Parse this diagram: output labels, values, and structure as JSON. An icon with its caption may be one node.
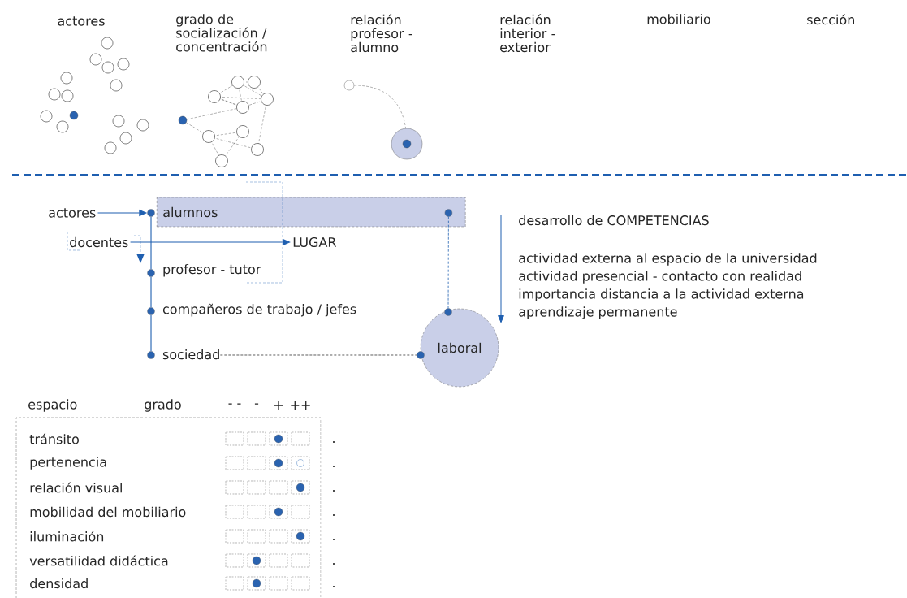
{
  "diagram": {
    "nodes": [
      {
        "text": [
          "actores"
        ]
      },
      {
        "text": [
          "alumnos"
        ]
      },
      {
        "text": [
          "docentes"
        ]
      },
      {
        "text": [
          "LUGAR"
        ]
      },
      {
        "text": [
          "profesor - tutor"
        ]
      },
      {
        "text": [
          "compañeros de trabajo / jefes"
        ]
      },
      {
        "text": [
          "sociedad"
        ]
      },
      {
        "text": [
          "laboral"
        ]
      },
      {
        "text": [],
        "shape": "circle"
      },
      {
        "text": [],
        "shape": "circle"
      },
      {
        "text": [],
        "shape": "circle"
      },
      {
        "text": [],
        "shape": "circle"
      },
      {
        "text": [],
        "shape": "circle",
        "in": 1
      },
      {
        "text": [],
        "shape": "circle",
        "in": 7
      },
      {
        "text": [],
        "shape": "circle",
        "in": 7
      }
    ],
    "edges": [
      {
        "from": 0,
        "to": 8,
        "arrow": "to"
      },
      {
        "from": 2,
        "to": 3,
        "arrow": "to"
      },
      {
        "from": 8,
        "to": 9,
        "arrow": "none"
      },
      {
        "from": 9,
        "to": 10,
        "arrow": "none"
      },
      {
        "from": 10,
        "to": 11,
        "arrow": "none"
      },
      {
        "from": 12,
        "to": 13,
        "arrow": "none",
        "style": "dashed"
      },
      {
        "from": 6,
        "to": 14,
        "arrow": "none",
        "style": "dashed",
        "color": "#333333"
      }
    ],
    "labels": [
      "actores",
      "grado de socialización / concentración",
      "relación profesor - alumno",
      "relación interior - exterior",
      "mobiliario",
      "sección",
      "desarrollo de COMPETENCIAS",
      "actividad externa al espacio de la universidad",
      "actividad presencial - contacto con realidad",
      "importancia distancia a la actividad externa",
      "aprendizaje permanente",
      "espacio",
      "grado",
      "- -",
      "-",
      "+",
      "++",
      "tránsito",
      ".",
      "pertenencia",
      ".",
      "relación visual",
      ".",
      "mobilidad del mobiliario",
      ".",
      "iluminación",
      ".",
      "versatilidad didáctica",
      ".",
      "densidad",
      "."
    ]
  }
}
